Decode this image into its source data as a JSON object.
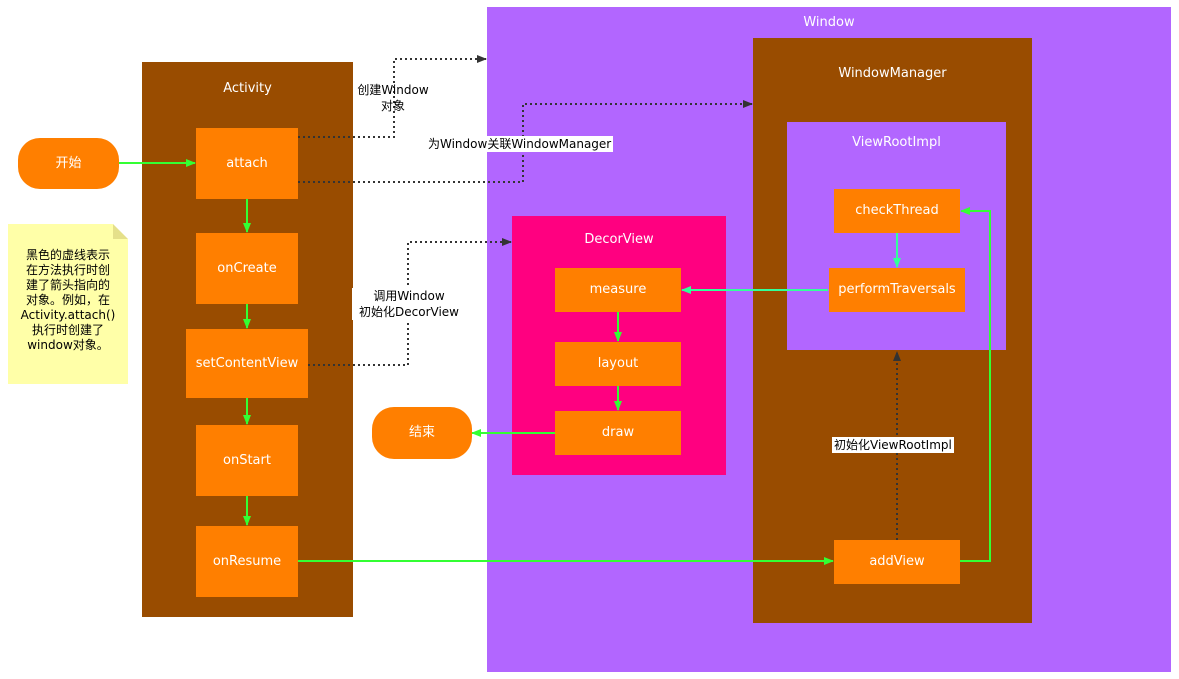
{
  "containers": {
    "window": "Window",
    "window_manager": "WindowManager",
    "view_root_impl": "ViewRootImpl",
    "decor_view": "DecorView",
    "activity": "Activity"
  },
  "nodes": {
    "start": "开始",
    "end": "结束",
    "attach": "attach",
    "on_create": "onCreate",
    "set_content_view": "setContentView",
    "on_start": "onStart",
    "on_resume": "onResume",
    "measure": "measure",
    "layout": "layout",
    "draw": "draw",
    "check_thread": "checkThread",
    "perform_traversals": "performTraversals",
    "add_view": "addView"
  },
  "labels": {
    "create_window_1": "创建Window",
    "create_window_2": "对象",
    "associate_wm": "为Window关联WindowManager",
    "call_window_1": "调用Window",
    "call_window_2": "初始化DecorView",
    "init_view_root_impl": "初始化ViewRootImpl"
  },
  "note": {
    "lines": [
      "黑色的虚线表示",
      "在方法执行时创",
      "建了箭头指向的",
      "对象。例如，在",
      "Activity.attach()",
      "执行时创建了",
      "window对象。"
    ]
  },
  "colors": {
    "window": "#b266ff",
    "brown": "#994c00",
    "decor": "#ff0080",
    "node": "#ff7f00",
    "green_arrow": "#33ff33",
    "cyan_arrow": "#33ff99",
    "note": "#ffffa8"
  }
}
